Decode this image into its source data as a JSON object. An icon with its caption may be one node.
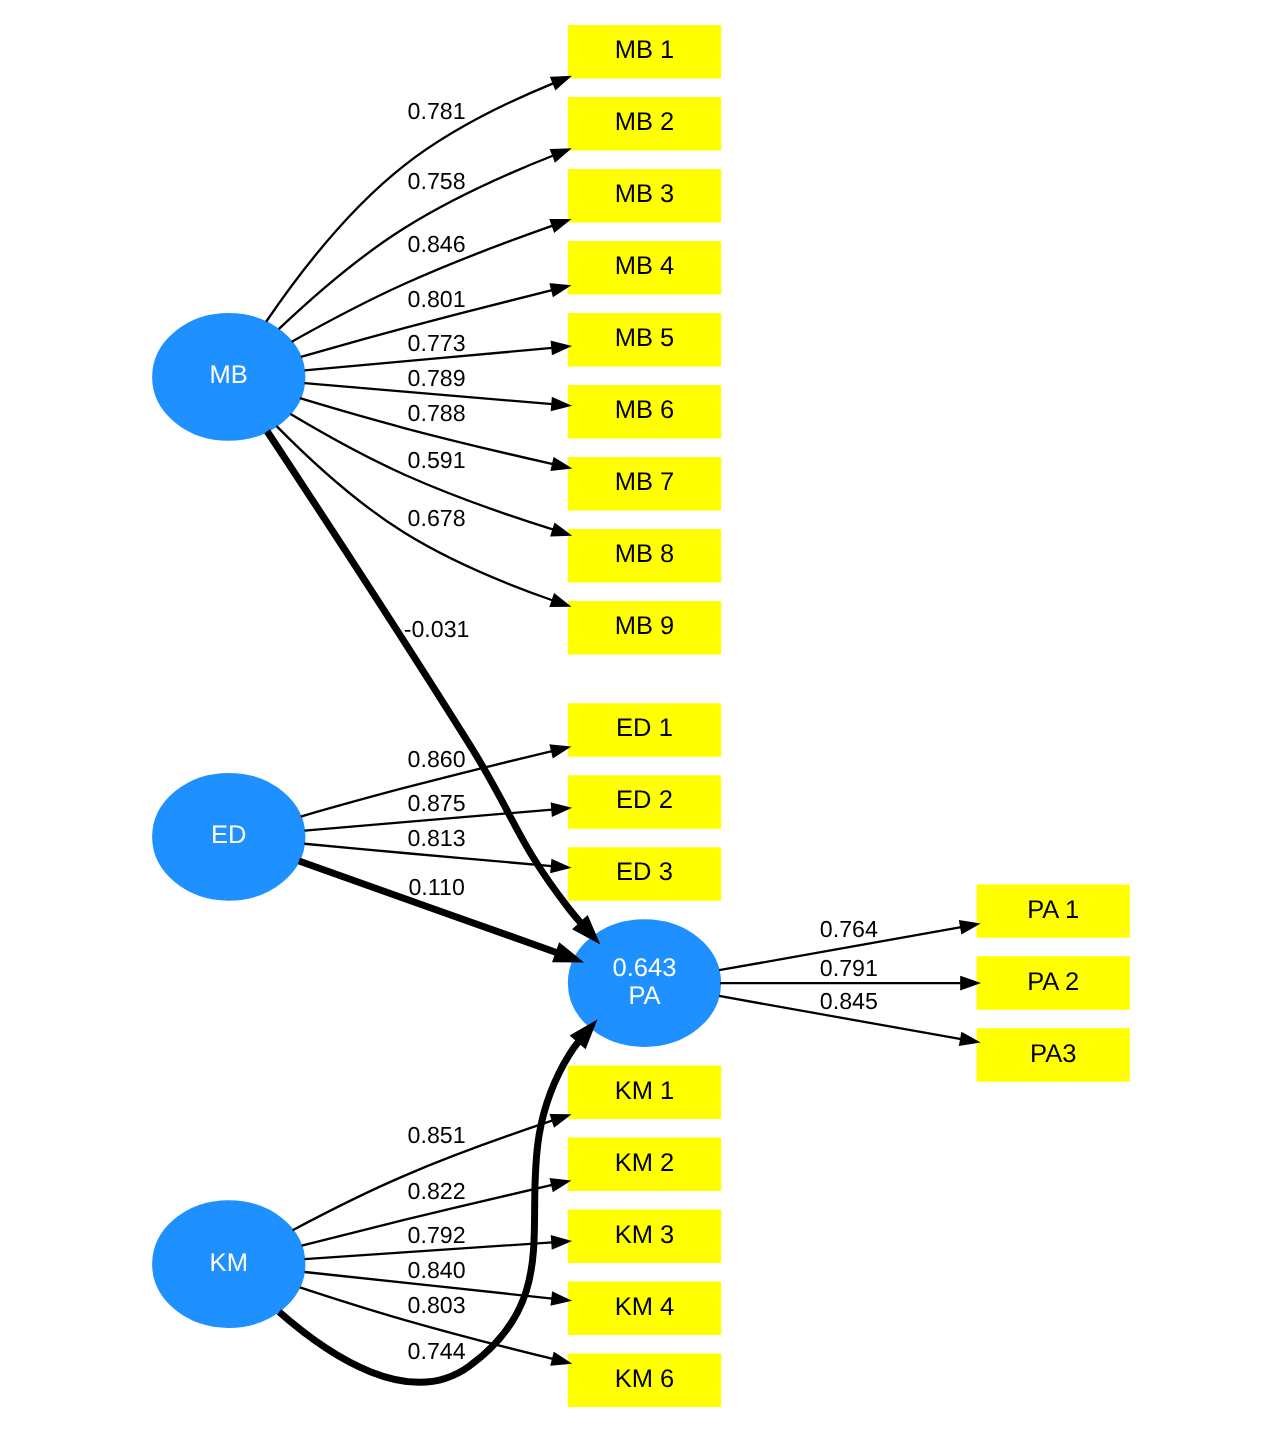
{
  "diagram": {
    "nodes": [
      {
        "text": [
          "MB"
        ]
      },
      {
        "text": [
          "MB 1"
        ]
      },
      {
        "text": [
          "MB 2"
        ]
      },
      {
        "text": [
          "MB 3"
        ]
      },
      {
        "text": [
          "MB 4"
        ]
      },
      {
        "text": [
          "MB 5"
        ]
      },
      {
        "text": [
          "MB 6"
        ]
      },
      {
        "text": [
          "MB 7"
        ]
      },
      {
        "text": [
          "MB 8"
        ]
      },
      {
        "text": [
          "MB 9"
        ]
      },
      {
        "text": [
          "ED"
        ]
      },
      {
        "text": [
          "ED 1"
        ]
      },
      {
        "text": [
          "ED 2"
        ]
      },
      {
        "text": [
          "ED 3"
        ]
      },
      {
        "text": [
          "KM"
        ]
      },
      {
        "text": [
          "KM 1"
        ]
      },
      {
        "text": [
          "KM 2"
        ]
      },
      {
        "text": [
          "KM 3"
        ]
      },
      {
        "text": [
          "KM 4"
        ]
      },
      {
        "text": [
          "KM 6"
        ]
      },
      {
        "text": [
          "0.643",
          "PA"
        ]
      },
      {
        "text": [
          "PA 1"
        ]
      },
      {
        "text": [
          "PA 2"
        ]
      },
      {
        "text": [
          "PA3"
        ]
      }
    ],
    "edges": [
      {
        "from": 0,
        "to": 1,
        "arrow": "to",
        "label": "0.781"
      },
      {
        "from": 0,
        "to": 2,
        "arrow": "to",
        "label": "0.758"
      },
      {
        "from": 0,
        "to": 3,
        "arrow": "to",
        "label": "0.846"
      },
      {
        "from": 0,
        "to": 4,
        "arrow": "to",
        "label": "0.801"
      },
      {
        "from": 0,
        "to": 5,
        "arrow": "to",
        "label": "0.773"
      },
      {
        "from": 0,
        "to": 6,
        "arrow": "to",
        "label": "0.789"
      },
      {
        "from": 0,
        "to": 7,
        "arrow": "to",
        "label": "0.788"
      },
      {
        "from": 0,
        "to": 8,
        "arrow": "to",
        "label": "0.591"
      },
      {
        "from": 0,
        "to": 9,
        "arrow": "to",
        "label": "0.678"
      },
      {
        "from": 10,
        "to": 11,
        "arrow": "to",
        "label": "0.860"
      },
      {
        "from": 10,
        "to": 12,
        "arrow": "to",
        "label": "0.875"
      },
      {
        "from": 10,
        "to": 13,
        "arrow": "to",
        "label": "0.813"
      },
      {
        "from": 14,
        "to": 15,
        "arrow": "to",
        "label": "0.851"
      },
      {
        "from": 14,
        "to": 16,
        "arrow": "to",
        "label": "0.822"
      },
      {
        "from": 14,
        "to": 17,
        "arrow": "to",
        "label": "0.792"
      },
      {
        "from": 14,
        "to": 18,
        "arrow": "to",
        "label": "0.840"
      },
      {
        "from": 14,
        "to": 19,
        "arrow": "to",
        "label": "0.803"
      },
      {
        "from": 0,
        "to": 20,
        "arrow": "to",
        "label": "-0.031",
        "style": "thick"
      },
      {
        "from": 10,
        "to": 20,
        "arrow": "to",
        "label": "0.110",
        "style": "thick"
      },
      {
        "from": 14,
        "to": 20,
        "arrow": "to",
        "label": "0.744",
        "style": "thick"
      },
      {
        "from": 20,
        "to": 21,
        "arrow": "to",
        "label": "0.764"
      },
      {
        "from": 20,
        "to": 22,
        "arrow": "to",
        "label": "0.791"
      },
      {
        "from": 20,
        "to": 23,
        "arrow": "to",
        "label": "0.845"
      }
    ]
  }
}
